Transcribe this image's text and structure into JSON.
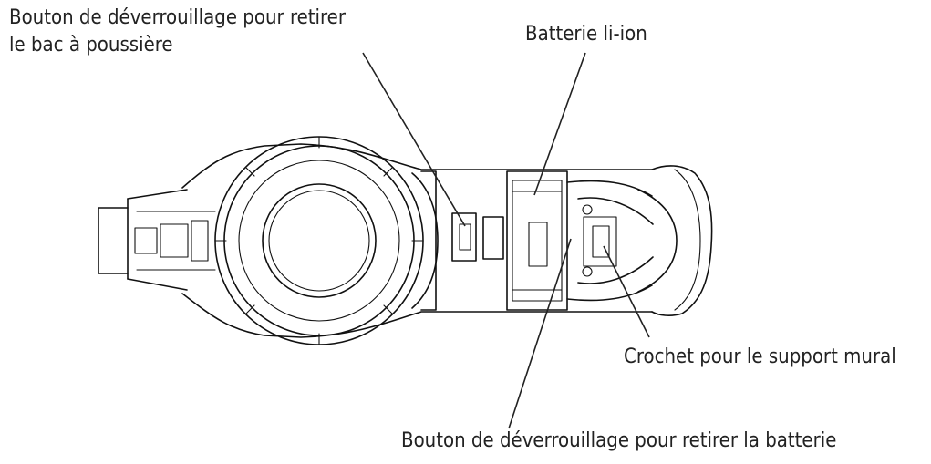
{
  "labels": {
    "dust_release_line1": "Bouton de déverrouillage pour retirer",
    "dust_release_line2": "le bac à poussière",
    "battery": "Batterie li-ion",
    "wall_hook": "Crochet pour le support mural",
    "battery_release": "Bouton de déverrouillage pour retirer la batterie"
  },
  "colors": {
    "line": "#111111",
    "text": "#222222",
    "background": "#ffffff"
  }
}
